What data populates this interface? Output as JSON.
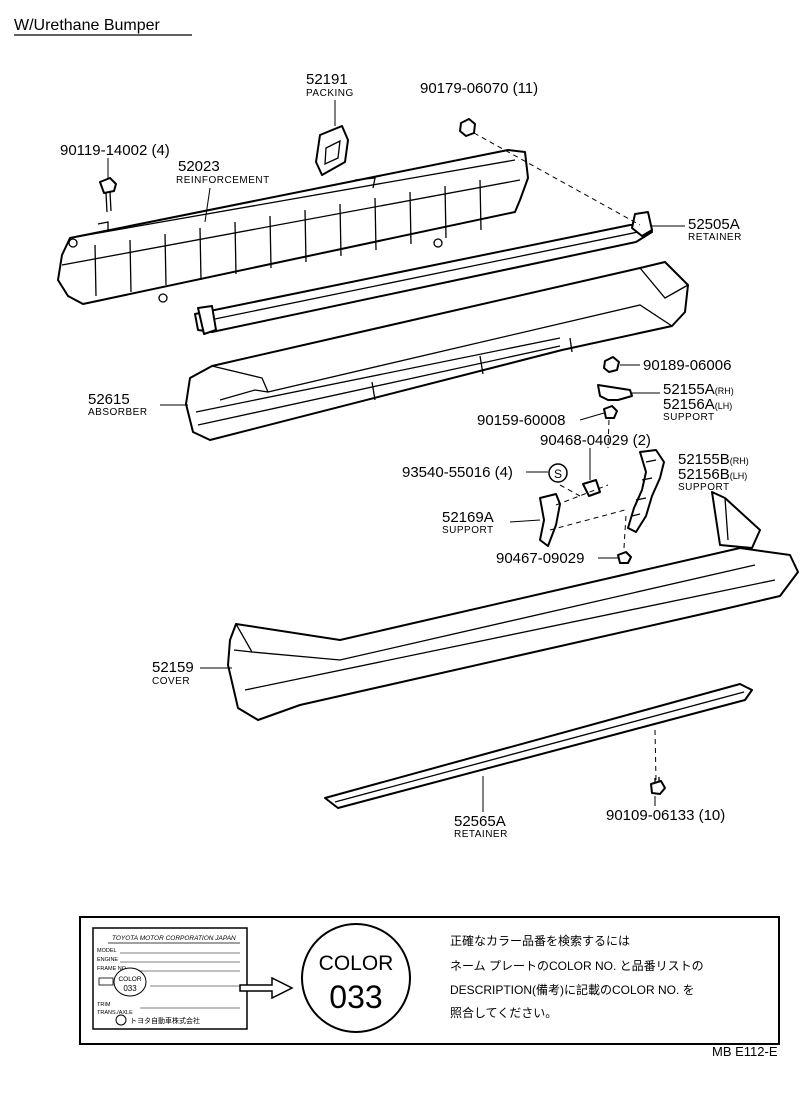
{
  "title": "W/Urethane Bumper",
  "diagram_code": "MB E112-E",
  "parts": [
    {
      "number": "52191",
      "name": "PACKING"
    },
    {
      "number": "90179-06070 (11)",
      "name": ""
    },
    {
      "number": "90119-14002 (4)",
      "name": ""
    },
    {
      "number": "52023",
      "name": "REINFORCEMENT"
    },
    {
      "number": "52505A",
      "name": "RETAINER"
    },
    {
      "number": "52615",
      "name": "ABSORBER"
    },
    {
      "number": "90189-06006",
      "name": ""
    },
    {
      "number": "52155A",
      "suffix": "(RH)",
      "number2": "52156A",
      "suffix2": "(LH)",
      "name": "SUPPORT"
    },
    {
      "number": "90159-60008",
      "name": ""
    },
    {
      "number": "90468-04029 (2)",
      "name": ""
    },
    {
      "number": "52155B",
      "suffix": "(RH)",
      "number2": "52156B",
      "suffix2": "(LH)",
      "name": "SUPPORT"
    },
    {
      "number": "93540-55016 (4)",
      "name": ""
    },
    {
      "number": "52169A",
      "name": "SUPPORT"
    },
    {
      "number": "90467-09029",
      "name": ""
    },
    {
      "number": "52159",
      "name": "COVER"
    },
    {
      "number": "52565A",
      "name": "RETAINER"
    },
    {
      "number": "90109-06133 (10)",
      "name": ""
    }
  ],
  "s_marker": "S",
  "color_note": {
    "plate": {
      "maker": "TOYOTA MOTOR CORPORATION JAPAN",
      "fields": [
        "MODEL",
        "ENGINE",
        "FRAME NO.",
        "",
        "TRIM",
        "",
        "TRANS./AXLE"
      ],
      "color_label": "COLOR",
      "color_value": "033",
      "footer": "トヨタ自動車株式会社"
    },
    "badge_label": "COLOR",
    "badge_value": "033",
    "text_lines": [
      "正確なカラー品番を検索するには",
      "ネーム プレートのCOLOR NO. と品番リストの",
      "DESCRIPTION(備考)に記載のCOLOR NO. を",
      "照合してください。"
    ]
  }
}
